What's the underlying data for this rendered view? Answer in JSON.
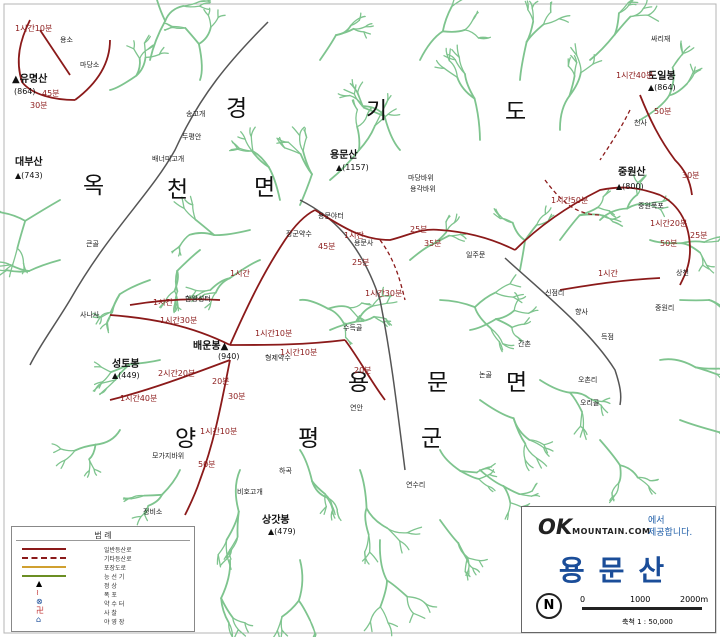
{
  "region_labels": [
    "경",
    "기",
    "도",
    "옥",
    "천",
    "면",
    "용",
    "문",
    "면",
    "양",
    "평",
    "군"
  ],
  "peaks": [
    {
      "name": "유명산",
      "elevation": "(864)"
    },
    {
      "name": "대부산",
      "elevation": "(743)"
    },
    {
      "name": "용문산",
      "elevation": "(1157)"
    },
    {
      "name": "도일봉",
      "elevation": "(864)"
    },
    {
      "name": "중원산",
      "elevation": "(800)"
    },
    {
      "name": "배운봉",
      "elevation": "(940)"
    },
    {
      "name": "성토봉",
      "elevation": "(449)"
    },
    {
      "name": "상갓봉",
      "elevation": "(479)"
    }
  ],
  "places": [
    "용소",
    "마당소",
    "송고개",
    "두평안",
    "배너미고개",
    "큰골",
    "사나사",
    "함왕성터",
    "용문사",
    "신점리",
    "간촌",
    "논골",
    "오촌리",
    "오리골",
    "중원리",
    "상천",
    "향사",
    "득점",
    "연수리",
    "하곡",
    "비호고개",
    "정비소",
    "모가지바위",
    "싸리재",
    "마당바위",
    "용각바위",
    "천사",
    "중원폭포",
    "장군약수",
    "용문야터",
    "형제약수",
    "수득골",
    "연안",
    "일주문"
  ],
  "time_marks": [
    "1시간10분",
    "45분",
    "30분",
    "1시간",
    "1시간30분",
    "1시간10분",
    "1시간10분",
    "2시간20분",
    "1시간40분",
    "20분",
    "30분",
    "1시간10분",
    "50분",
    "45분",
    "25분",
    "25분",
    "35분",
    "1시간",
    "1시간30분",
    "20분",
    "1시간50분",
    "50분",
    "25분",
    "1시간20분",
    "1시간",
    "1시간40분",
    "30분",
    "50분",
    "1시간"
  ],
  "legend": {
    "title": "범       례",
    "items": [
      {
        "label": "일반등산로"
      },
      {
        "label": "기타등산로"
      },
      {
        "label": "포장도로"
      },
      {
        "label": "능 선 기"
      },
      {
        "label": "정 상"
      },
      {
        "label": "폭 포"
      },
      {
        "label": "약 수 터"
      },
      {
        "label": "사 찰"
      },
      {
        "label": "야 영 장"
      }
    ]
  },
  "brand": {
    "logo_ok": "OK",
    "logo_site": "MOUNTAIN.COM",
    "provider_line1": "에서",
    "provider_line2": "제공합니다.",
    "mountain_name": "용문산",
    "north": "N",
    "scale_marks": [
      "0",
      "1000",
      "2000m"
    ],
    "scale_text": "축척 1 : 50,000"
  },
  "colors": {
    "stream": "#7ec48e",
    "trail": "#8b1a1a",
    "road": "#555555",
    "accent": "#1a4d99"
  }
}
